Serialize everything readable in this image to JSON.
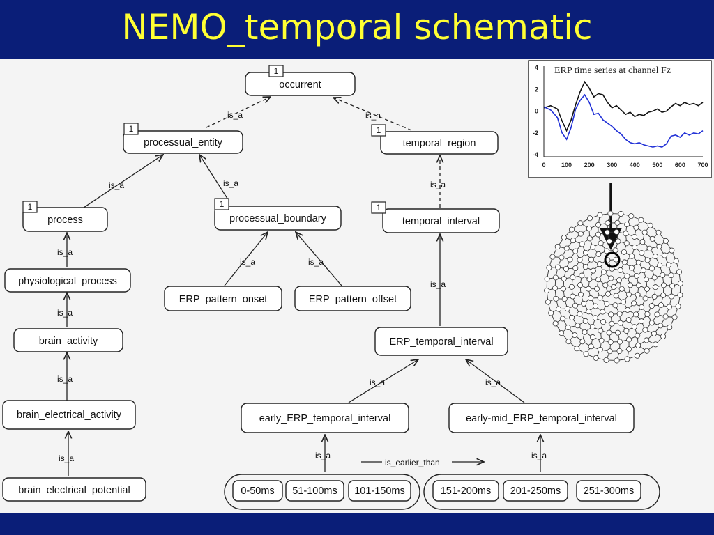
{
  "title": "NEMO_temporal schematic",
  "badge_label": "1",
  "edge_labels": {
    "is_a": "is_a",
    "is_earlier_than": "is_earlier_than"
  },
  "nodes": {
    "occurrent": "occurrent",
    "processual_entity": "processual_entity",
    "temporal_region": "temporal_region",
    "process": "process",
    "processual_boundary": "processual_boundary",
    "temporal_interval": "temporal_interval",
    "physiological_process": "physiological_process",
    "erp_pattern_onset": "ERP_pattern_onset",
    "erp_pattern_offset": "ERP_pattern_offset",
    "brain_activity": "brain_activity",
    "erp_temporal_interval": "ERP_temporal_interval",
    "brain_electrical_activity": "brain_electrical_activity",
    "early_erp_temporal_interval": "early_ERP_temporal_interval",
    "early_mid_erp_temporal_interval": "early-mid_ERP_temporal_interval",
    "brain_electrical_potential": "brain_electrical_potential"
  },
  "intervals_early": [
    "0-50ms",
    "51-100ms",
    "101-150ms"
  ],
  "intervals_early_mid": [
    "151-200ms",
    "201-250ms",
    "251-300ms"
  ],
  "colors": {
    "title_bar": "#0a1e78",
    "title_text": "#ffff33",
    "series_black": "#111111",
    "series_blue": "#1f2fd6"
  },
  "chart_data": {
    "type": "line",
    "title": "ERP time series at channel Fz",
    "xlabel": "",
    "ylabel": "",
    "xlim": [
      0,
      700
    ],
    "ylim": [
      -4,
      4
    ],
    "xticks": [
      0,
      100,
      200,
      300,
      400,
      500,
      600,
      700
    ],
    "yticks": [
      4,
      2,
      0,
      -2,
      -4
    ],
    "series": [
      {
        "color": "black",
        "x": [
          0,
          30,
          60,
          80,
          100,
          120,
          140,
          160,
          180,
          200,
          220,
          240,
          260,
          280,
          300,
          320,
          340,
          360,
          380,
          400,
          420,
          440,
          460,
          480,
          500,
          520,
          540,
          560,
          580,
          600,
          620,
          640,
          660,
          680,
          700
        ],
        "y": [
          0.3,
          0.5,
          0.2,
          -0.9,
          -1.8,
          -0.8,
          0.6,
          1.8,
          2.7,
          2.1,
          1.3,
          1.6,
          1.5,
          0.8,
          0.3,
          0.5,
          0.1,
          -0.3,
          -0.1,
          -0.5,
          -0.3,
          -0.4,
          -0.1,
          0.0,
          0.2,
          -0.1,
          0.0,
          0.4,
          0.7,
          0.5,
          0.8,
          0.6,
          0.7,
          0.5,
          0.8
        ]
      },
      {
        "color": "blue",
        "x": [
          0,
          30,
          60,
          80,
          100,
          120,
          140,
          160,
          180,
          200,
          220,
          240,
          260,
          280,
          300,
          320,
          340,
          360,
          380,
          400,
          420,
          440,
          460,
          480,
          500,
          520,
          540,
          560,
          580,
          600,
          620,
          640,
          660,
          680,
          700
        ],
        "y": [
          0.4,
          0.1,
          -0.6,
          -2.0,
          -2.6,
          -1.5,
          0.2,
          1.0,
          1.5,
          0.8,
          -0.3,
          -0.2,
          -0.8,
          -1.1,
          -1.4,
          -1.8,
          -2.1,
          -2.6,
          -2.9,
          -3.0,
          -2.9,
          -3.1,
          -3.2,
          -3.3,
          -3.2,
          -3.3,
          -3.0,
          -2.3,
          -2.2,
          -2.4,
          -2.0,
          -2.2,
          -2.0,
          -2.1,
          -1.8
        ]
      }
    ]
  }
}
